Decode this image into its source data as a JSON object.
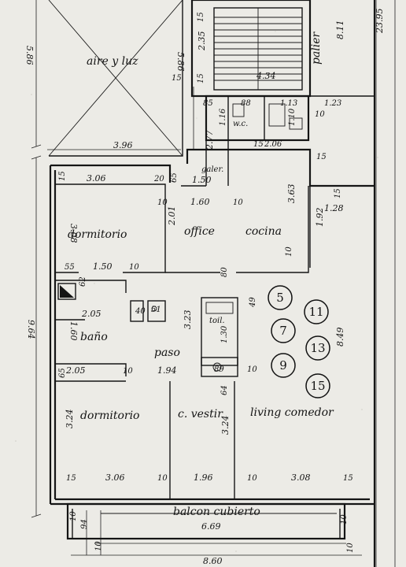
{
  "rooms": {
    "aire_luz": "aire y luz",
    "palier": "palier",
    "wc": "w.c.",
    "galer": "galer.",
    "dormitorio_1": "dormitorio",
    "office": "office",
    "cocina": "cocina",
    "bano": "baño",
    "paso": "paso",
    "toil": "toil.",
    "dormitorio_2": "dormitorio",
    "vestir": "c. vestir",
    "living": "living comedor",
    "balcon": "balcon cubierto"
  },
  "dims": {
    "d586a": "5.86",
    "d586b": "5.86",
    "d2395": "23.95",
    "d235": "2.35",
    "d15a": "15",
    "d15b": "15",
    "d15c": "15",
    "d811": "8.11",
    "d434": "4.34",
    "d85": "85",
    "d88": "88",
    "d113": "1.13",
    "d123": "1.23",
    "d10a": "10",
    "d110": "1.10",
    "d116": "1.16",
    "d277": "2.77",
    "d396": "3.96",
    "d206": "2.06",
    "d15d": "15",
    "d15e": "15",
    "d306a": "3.06",
    "d20": "20",
    "d65": "65",
    "d150a": "1.50",
    "d15f": "15",
    "d160": "1.60",
    "d10b": "10",
    "d10c": "10",
    "d363": "3.63",
    "d128": "1.28",
    "d15g": "15",
    "d308a": "3.08",
    "d201": "2.01",
    "d192": "1.92",
    "d10d": "10",
    "d55": "55",
    "d150b": "1.50",
    "d10e": "10",
    "d62": "62",
    "d80": "80",
    "d49": "49",
    "d205a": "2.05",
    "d40": "40",
    "d51": "51",
    "d964": "9.64",
    "d160b": "1.60",
    "d323": "3.23",
    "d130": "1.30",
    "d849": "8.49",
    "d205b": "2.05",
    "d10f": "10",
    "d194": "1.94",
    "d89": "89",
    "d10g": "10",
    "d65b": "65",
    "d64": "64",
    "d324a": "3.24",
    "d324b": "3.24",
    "d15h": "15",
    "d306b": "3.06",
    "d10h": "10",
    "d196": "1.96",
    "d10i": "10",
    "d308b": "3.08",
    "d15i": "15",
    "d10j": "10",
    "d94": "94",
    "d669": "6.69",
    "d10k": "10",
    "d10l": "10",
    "d10m": "10",
    "d860": "8.60"
  },
  "markers": [
    "5",
    "11",
    "7",
    "13",
    "9",
    "15"
  ]
}
